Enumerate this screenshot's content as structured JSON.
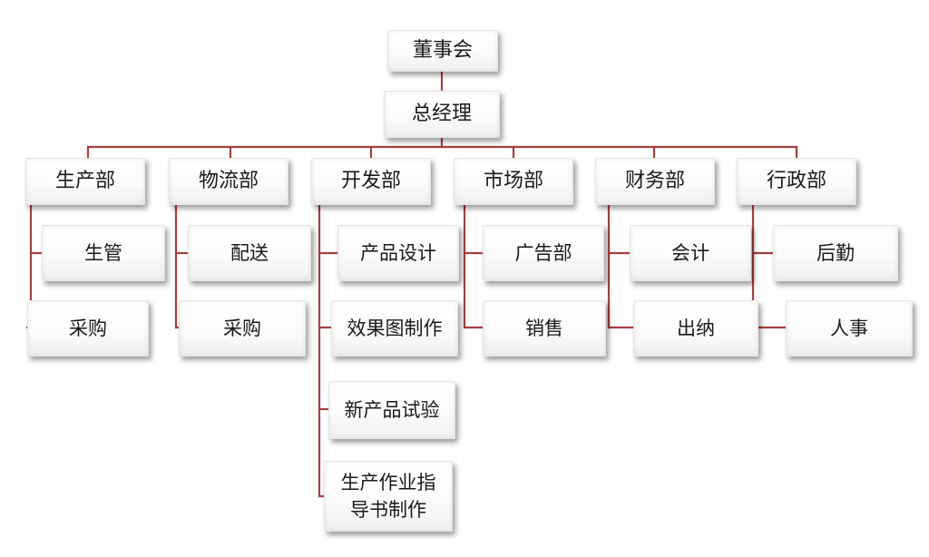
{
  "colors": {
    "connector": "#a64040",
    "box_fill": "#ffffff"
  },
  "org": {
    "board": "董事会",
    "gm": "总经理",
    "departments": [
      {
        "name": "生产部",
        "children": [
          "生管",
          "采购"
        ]
      },
      {
        "name": "物流部",
        "children": [
          "配送",
          "采购"
        ]
      },
      {
        "name": "开发部",
        "children": [
          "产品设计",
          "效果图制作",
          "新产品试验",
          "生产作业指导书制作"
        ]
      },
      {
        "name": "市场部",
        "children": [
          "广告部",
          "销售"
        ]
      },
      {
        "name": "财务部",
        "children": [
          "会计",
          "出纳"
        ]
      },
      {
        "name": "行政部",
        "children": [
          "后勤",
          "人事"
        ]
      }
    ]
  }
}
